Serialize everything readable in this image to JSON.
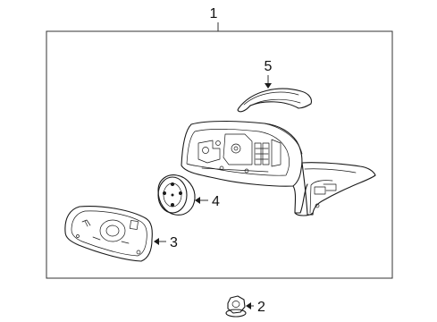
{
  "callouts": {
    "c1": "1",
    "c2": "2",
    "c3": "3",
    "c4": "4",
    "c5": "5"
  },
  "parts": [
    {
      "callout": "1",
      "icon": "mirror-assembly-icon"
    },
    {
      "callout": "2",
      "icon": "nut-icon"
    },
    {
      "callout": "3",
      "icon": "mirror-glass-icon"
    },
    {
      "callout": "4",
      "icon": "motor-icon"
    },
    {
      "callout": "5",
      "icon": "cover-cap-icon"
    }
  ],
  "colors": {
    "line": "#1a1a1a",
    "frame": "#333333",
    "background": "#ffffff"
  }
}
